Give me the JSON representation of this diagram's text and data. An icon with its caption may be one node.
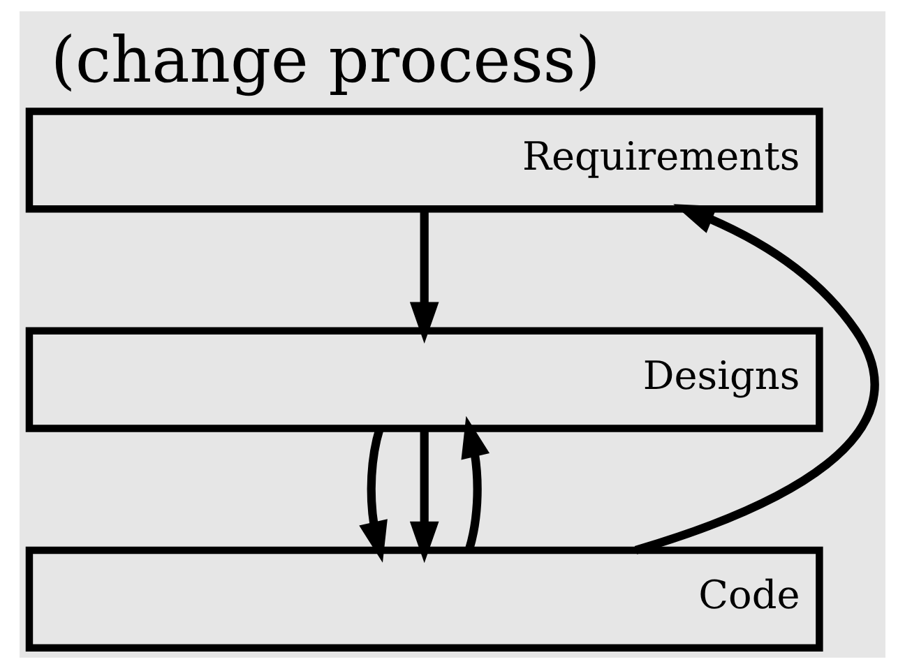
{
  "diagram": {
    "title": "(change process)",
    "nodes": [
      {
        "text": [
          "Requirements"
        ]
      },
      {
        "text": [
          "Designs"
        ]
      },
      {
        "text": [
          "Code"
        ]
      }
    ],
    "edges": [
      {
        "from": 0,
        "to": 1,
        "arrow": "to"
      },
      {
        "from": 1,
        "to": 2,
        "arrow": "to"
      },
      {
        "from": 1,
        "to": 2,
        "arrow": "to"
      },
      {
        "from": 2,
        "to": 0,
        "arrow": "to"
      },
      {
        "from": 2,
        "to": 1,
        "arrow": "to"
      }
    ]
  }
}
